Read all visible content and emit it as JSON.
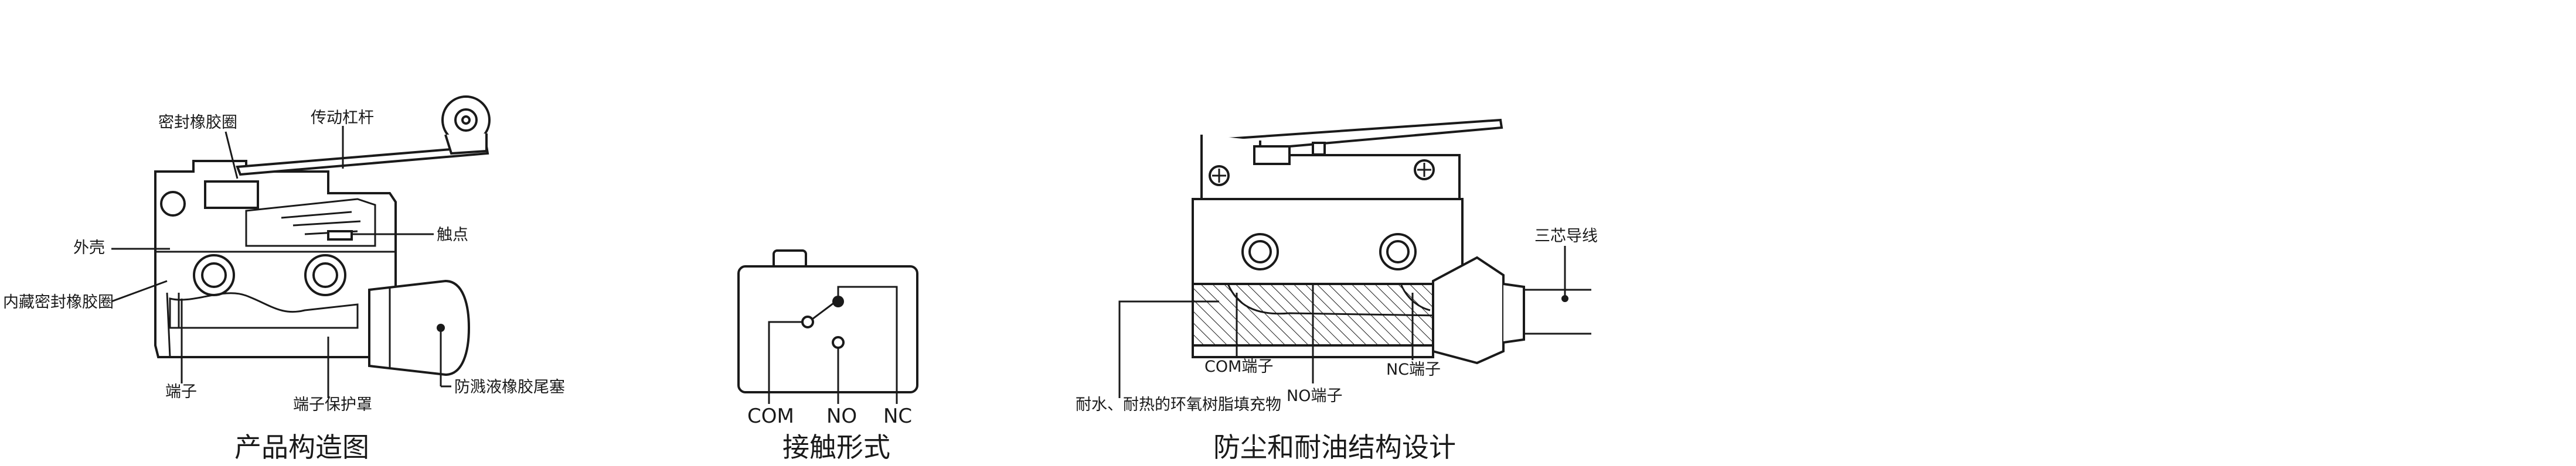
{
  "diagrams": [
    {
      "caption": "产品构造图",
      "labels": {
        "seal_rubber": "密封橡胶圈",
        "lever": "传动杠杆",
        "contact": "触点",
        "housing": "外壳",
        "inner_seal": "内藏密封橡胶圈",
        "terminal": "端子",
        "terminal_cover": "端子保护罩",
        "splash_plug": "防溅液橡胶尾塞"
      }
    },
    {
      "caption": "接触形式",
      "labels": {
        "com": "COM",
        "no": "NO",
        "nc": "NC"
      }
    },
    {
      "caption": "防尘和耐油结构设计",
      "labels": {
        "three_core_wire": "三芯导线",
        "com_terminal": "COM端子",
        "nc_terminal": "NC端子",
        "no_terminal": "NO端子",
        "resin_filler": "耐水、耐热的环氧树脂填充物"
      }
    }
  ]
}
